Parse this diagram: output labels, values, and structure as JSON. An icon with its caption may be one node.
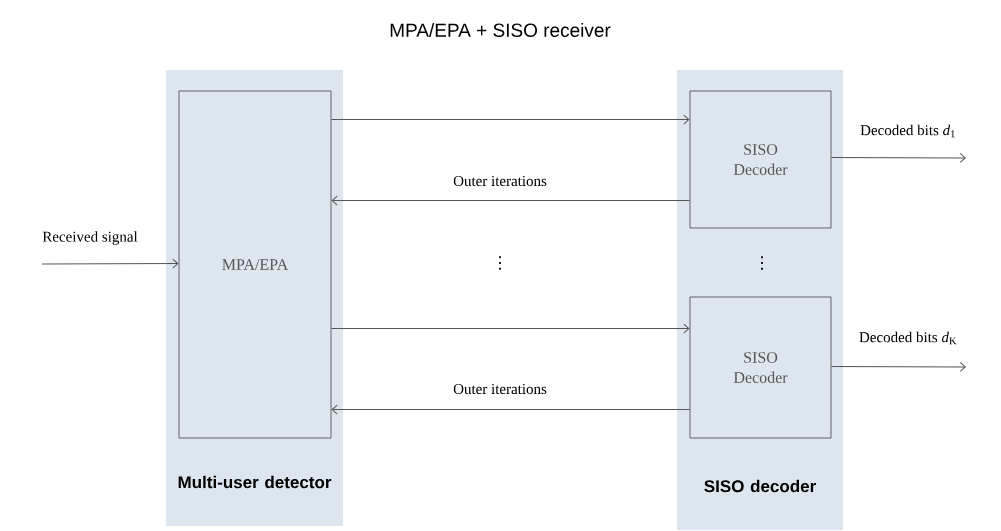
{
  "diagram": {
    "title": "MPA/EPA + SISO receiver",
    "nodes": [
      {
        "text": [
          "Multi-user detector"
        ]
      },
      {
        "text": [
          "MPA/EPA"
        ],
        "in": 0
      },
      {
        "text": [
          "SISO decoder"
        ]
      },
      {
        "text": [
          "SISO Decoder"
        ],
        "in": 2
      },
      {
        "text": [
          "SISO Decoder"
        ],
        "in": 2
      }
    ],
    "edges": [
      {
        "from": null,
        "to": 1,
        "arrow": "to",
        "label": "Received signal"
      },
      {
        "from": 1,
        "to": 3,
        "arrow": "to"
      },
      {
        "from": 3,
        "to": 1,
        "arrow": "to",
        "label": "Outer iterations"
      },
      {
        "from": 1,
        "to": 4,
        "arrow": "to"
      },
      {
        "from": 4,
        "to": 1,
        "arrow": "to",
        "label": "Outer iterations"
      },
      {
        "from": 3,
        "to": null,
        "arrow": "to",
        "label": "Decoded bits *d*$_{1}$"
      },
      {
        "from": 4,
        "to": null,
        "arrow": "to",
        "label": "Decoded bits *d*$_{K}$"
      }
    ],
    "labels": [
      "⋮",
      "⋮"
    ]
  }
}
